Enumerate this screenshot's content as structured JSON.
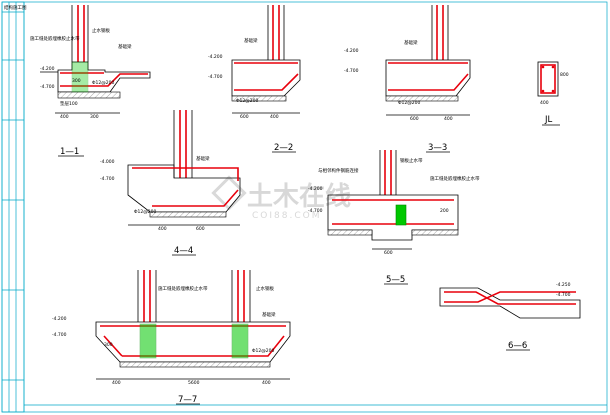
{
  "sheet": {
    "stamp": "结构施工图",
    "border_color": "#00a8c8",
    "rebar_color": "#e8000c",
    "hatch_color": "#00c800"
  },
  "watermark": {
    "text": "土木在线",
    "sub": "COI88.COM"
  },
  "sections": {
    "s1": {
      "title": "1—1",
      "elev_a": "-4.200",
      "elev_b": "-4.700",
      "dim_a": "Φ12@200",
      "dim_b": "300",
      "dim_c": "垫层100",
      "dim_d": "400",
      "dim_e": "300",
      "note_a": "施工缝处嵌埋橡胶止水带",
      "note_b": "止水钢板",
      "note_c": "基础梁"
    },
    "s2": {
      "title": "2—2",
      "elev_a": "-4.200",
      "elev_b": "-4.700",
      "dim_a": "Φ12@200",
      "dim_b": "600",
      "dim_c": "400",
      "note_a": "基础梁"
    },
    "s3": {
      "title": "3—3",
      "elev_a": "-4.200",
      "elev_b": "-4.700",
      "dim_a": "Φ12@200",
      "dim_b": "600",
      "dim_c": "400",
      "note_a": "基础梁"
    },
    "jl": {
      "title": "JL",
      "dim_a": "400",
      "dim_b": "800"
    },
    "s4": {
      "title": "4—4",
      "elev_a": "-4.000",
      "elev_b": "-4.700",
      "dim_a": "Φ12@200",
      "dim_b": "400",
      "dim_c": "600",
      "note_a": "基础梁"
    },
    "s5": {
      "title": "5—5",
      "elev_a": "-4.200",
      "elev_b": "-4.700",
      "dim_a": "200",
      "dim_b": "600",
      "note_a": "钢板止水带",
      "note_b": "与相邻构件钢筋连接",
      "note_c": "施工缝处嵌埋橡胶止水带"
    },
    "s6": {
      "title": "6—6",
      "elev_a": "-4.250",
      "elev_b": "-4.700"
    },
    "s7": {
      "title": "7—7",
      "elev_a": "-4.200",
      "elev_b": "-4.700",
      "dim_a": "Φ12@200",
      "dim_b": "300",
      "dim_c": "5600",
      "dim_d": "400",
      "dim_e": "400",
      "note_a": "施工缝处嵌埋橡胶止水带",
      "note_b": "止水钢板",
      "note_c": "基础梁"
    }
  }
}
